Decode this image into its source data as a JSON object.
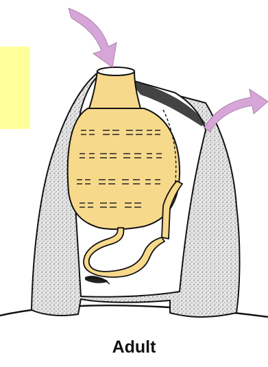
{
  "caption": "Adult",
  "colors": {
    "background": "#ffffff",
    "label_box": "#ffff99",
    "body_fill": "#f7d98b",
    "arrow_fill": "#d7a6d8",
    "tunic_stipple": "#d9d9d9",
    "outline": "#111111"
  },
  "icons": {
    "incurrent_arrow": "curved-arrow-down",
    "excurrent_arrow": "curved-arrow-right"
  }
}
